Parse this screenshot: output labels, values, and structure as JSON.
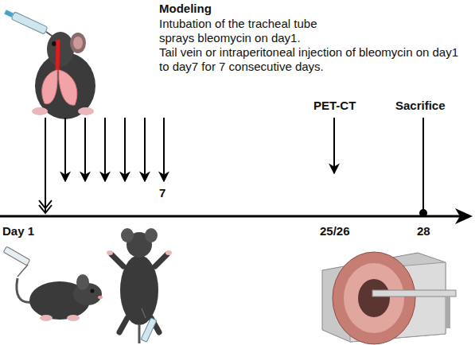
{
  "diagram": {
    "labels": [
      "Modeling",
      "Intubation of the tracheal tube sprays bleomycin on day1.",
      "Tail vein or intraperitoneal injection of bleomycin on day1 to day7 for 7 consecutive days.",
      "PET-CT",
      "Sacrifice",
      "Day 1",
      "7",
      "25/26",
      "28"
    ]
  }
}
